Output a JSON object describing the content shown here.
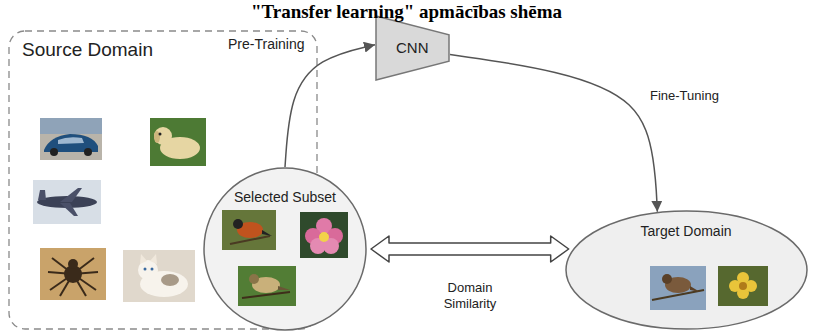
{
  "diagram": {
    "title": "\"Transfer learning\" apmācības shēma",
    "nodes": [
      {
        "text": [
          "Source Domain"
        ]
      },
      {
        "text": [
          "Selected Subset"
        ],
        "in": 0
      },
      {
        "text": [
          "CNN"
        ]
      },
      {
        "text": [
          "Target Domain"
        ]
      }
    ],
    "edges": [
      {
        "from": 1,
        "to": 2,
        "label": "Pre-Training",
        "arrow": "to"
      },
      {
        "from": 2,
        "to": 3,
        "label": "Fine-Tuning",
        "arrow": "to"
      },
      {
        "from": 1,
        "to": 3,
        "label": "Domain Similarity",
        "arrow": "both"
      }
    ]
  }
}
